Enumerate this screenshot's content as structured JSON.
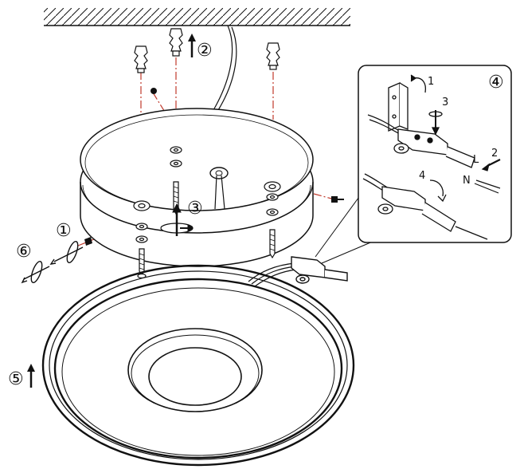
{
  "steps": {
    "s1": "①",
    "s2": "②",
    "s3": "③",
    "s4": "④",
    "s5": "⑤",
    "s6": "⑥"
  },
  "inset": {
    "n1": "1",
    "n2": "2",
    "n3": "3",
    "n4": "4",
    "live": "L",
    "neutral": "N"
  },
  "colors": {
    "line": "#111111",
    "guide": "#c0392b",
    "fill": "#ffffff"
  }
}
